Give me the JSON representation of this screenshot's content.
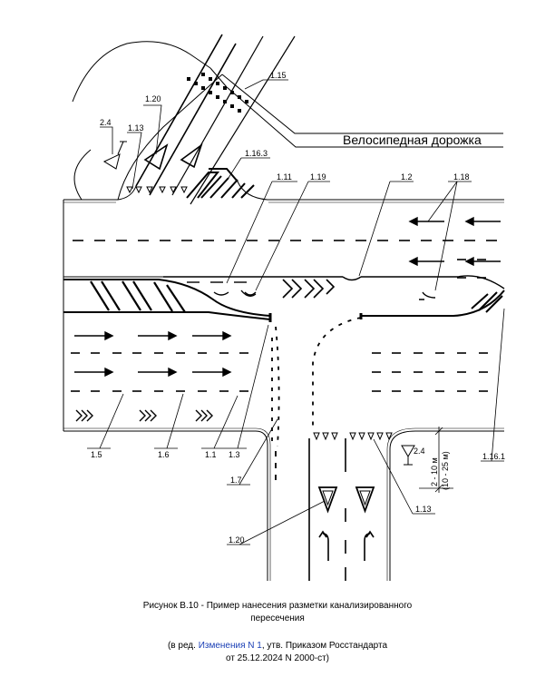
{
  "diagram": {
    "bike_path_label": "Велосипедная дорожка",
    "labels": {
      "l_115": "1.15",
      "l_120a": "1.20",
      "l_24a": "2.4",
      "l_113a": "1.13",
      "l_1163": "1.16.3",
      "l_111": "1.11",
      "l_119": "1.19",
      "l_12": "1.2",
      "l_118": "1.18",
      "l_15": "1.5",
      "l_16": "1.6",
      "l_11": "1.1",
      "l_13": "1.3",
      "l_17": "1.7",
      "l_24b": "2.4",
      "l_1161": "1.16.1",
      "l_113b": "1.13",
      "l_120b": "1.20"
    },
    "dim_top": "2 - 10 м",
    "dim_bottom": "(10 - 25 м)"
  },
  "caption": {
    "title_line1": "Рисунок В.10 - Пример нанесения разметки канализированного",
    "title_line2": "пересечения",
    "edit_prefix": "(в ред. ",
    "edit_link": "Изменения N 1",
    "edit_suffix": ", утв. Приказом Росстандарта",
    "edit_line2": "от 25.12.2024 N 2000-ст)"
  }
}
